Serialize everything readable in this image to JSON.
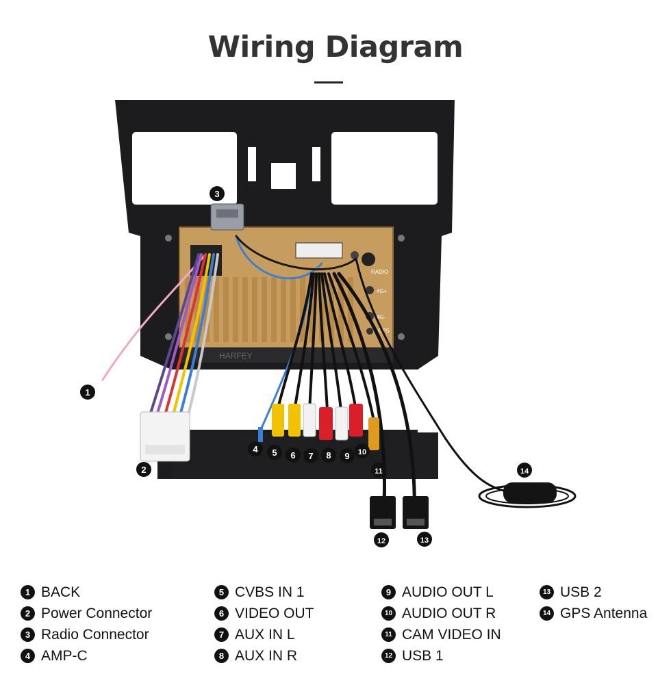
{
  "title": "Wiring Diagram",
  "panel_texts": {
    "brand": "HARFEY",
    "radio": "RADIO",
    "four_g_a": "4G+",
    "four_g_b": "4G-",
    "gps": "GPS"
  },
  "callouts": [
    "1",
    "2",
    "3",
    "4",
    "5",
    "6",
    "7",
    "8",
    "9",
    "10",
    "11",
    "12",
    "13",
    "14"
  ],
  "legend": [
    {
      "num": "1",
      "label": "BACK"
    },
    {
      "num": "2",
      "label": "Power Connector"
    },
    {
      "num": "3",
      "label": "Radio Connector"
    },
    {
      "num": "4",
      "label": "AMP-C"
    },
    {
      "num": "5",
      "label": "CVBS IN 1"
    },
    {
      "num": "6",
      "label": "VIDEO OUT"
    },
    {
      "num": "7",
      "label": "AUX IN L"
    },
    {
      "num": "8",
      "label": "AUX IN R"
    },
    {
      "num": "9",
      "label": "AUDIO OUT L"
    },
    {
      "num": "10",
      "label": "AUDIO OUT R"
    },
    {
      "num": "11",
      "label": "CAM VIDEO IN"
    },
    {
      "num": "12",
      "label": "USB 1"
    },
    {
      "num": "13",
      "label": "USB 2"
    },
    {
      "num": "14",
      "label": "GPS Antenna"
    }
  ],
  "colors": {
    "frame": "#1c1c1e",
    "gold_panel": "#caa56c",
    "rca_yellow": "#f2c200",
    "rca_red": "#d8202a",
    "rca_white": "#f2f2f2",
    "pink_wire": "#f4a7c5",
    "blue_wire": "#3a7fd4"
  }
}
